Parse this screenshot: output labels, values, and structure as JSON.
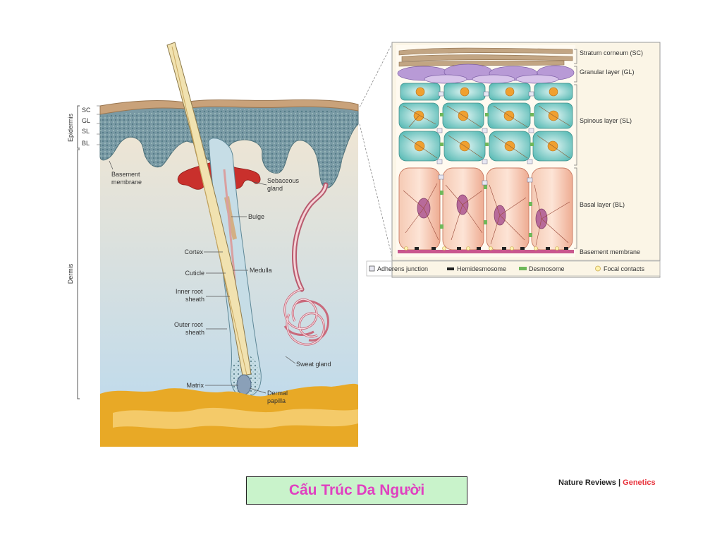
{
  "left_diagram": {
    "epidermis_layers": [
      "SC",
      "GL",
      "SL",
      "BL"
    ],
    "region_labels": {
      "epidermis": "Epidermis",
      "dermis": "Dermis"
    },
    "callouts": {
      "basement_membrane": [
        "Basement",
        "membrane"
      ],
      "sebaceous_gland": [
        "Sebaceous",
        "gland"
      ],
      "bulge": "Bulge",
      "cortex": "Cortex",
      "medulla": "Medulla",
      "cuticle": "Cuticle",
      "inner_root_sheath": [
        "Inner root",
        "sheath"
      ],
      "outer_root_sheath": [
        "Outer root",
        "sheath"
      ],
      "sweat_gland": "Sweat gland",
      "matrix": "Matrix",
      "dermal_papilla": [
        "Dermal",
        "papilla"
      ]
    }
  },
  "inset": {
    "layer_labels": {
      "stratum_corneum": "Stratum corneum (SC)",
      "granular_layer": "Granular layer (GL)",
      "spinous_layer": "Spinous layer (SL)",
      "basal_layer": "Basal layer (BL)",
      "basement_membrane": "Basement membrane"
    },
    "legend": [
      {
        "label": "Adherens junction"
      },
      {
        "label": "Hemidesmosome"
      },
      {
        "label": "Desmosome"
      },
      {
        "label": "Focal contacts"
      }
    ]
  },
  "caption": "Cấu Trúc Da Người",
  "credit": {
    "source": "Nature Reviews",
    "separator": " | ",
    "journal": "Genetics"
  },
  "colors": {
    "dermis_top": "#f2e6d2",
    "dermis_bottom": "#b9d9ef",
    "epidermis": "#7a9aa5",
    "stratum_corneum": "#c9a27a",
    "sebaceous": "#c9302c",
    "fat": "#e8a926",
    "hair_shaft": "#f1e2b0",
    "sweat_gland": "#e88a9a",
    "inset_bg": "#fbf5e6",
    "spinous_cell": "#6cc5c0",
    "basal_cell": "#f0b9a2",
    "granular_cell": "#b89ad6",
    "basement_band": "#c9578e",
    "caption_bg": "#c9f3cb",
    "caption_text": "#e040c0",
    "journal_accent": "#e8323c"
  }
}
